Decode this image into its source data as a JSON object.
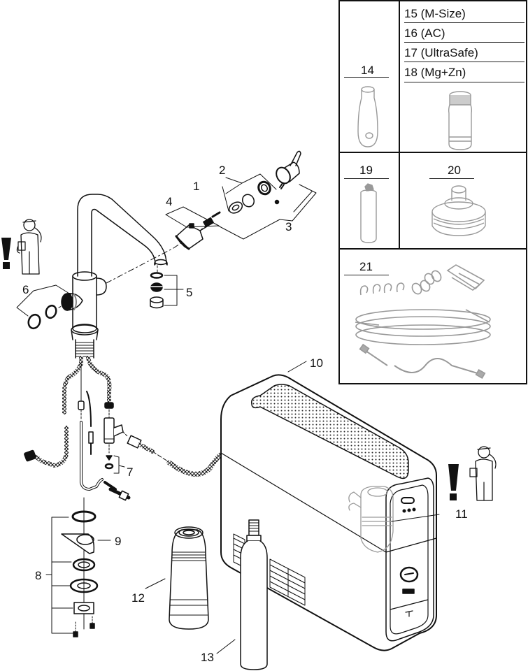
{
  "diagram": {
    "title": "Exploded parts diagram - kitchen faucet with water filter/chiller unit",
    "colors": {
      "line": "#111111",
      "ghost": "#9a9a9a",
      "background": "#ffffff"
    },
    "callouts": {
      "c1": "1",
      "c2": "2",
      "c3": "3",
      "c4": "4",
      "c5": "5",
      "c6": "6",
      "c7": "7",
      "c8": "8",
      "c9": "9",
      "c10": "10",
      "c11": "11",
      "c12": "12",
      "c13": "13"
    },
    "warning_icons": [
      "warning-exclamation-installer-left",
      "warning-exclamation-installer-right"
    ]
  },
  "accessories_panel": {
    "item14": {
      "label": "14"
    },
    "filter_variants": [
      {
        "label": "15 (M-Size)"
      },
      {
        "label": "16 (AC)"
      },
      {
        "label": "17 (UltraSafe)"
      },
      {
        "label": "18 (Mg+Zn)"
      }
    ],
    "item19": {
      "label": "19"
    },
    "item20": {
      "label": "20"
    },
    "item21": {
      "label": "21"
    }
  }
}
